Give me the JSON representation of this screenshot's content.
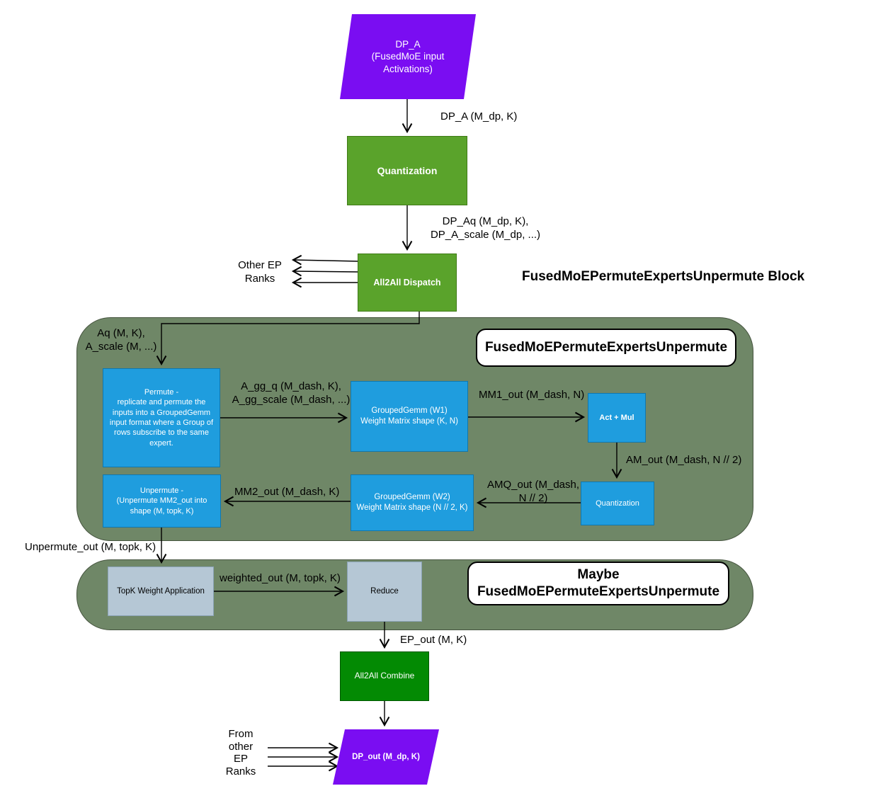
{
  "diagram": {
    "block_title": "FusedMoEPermuteExpertsUnpermute Block",
    "colors": {
      "purple": "#7a0df2",
      "green": "#5aa32b",
      "dark_green": "#038a03",
      "blue": "#1f9dde",
      "olive": "#6f8767",
      "steel": "#b5c7d5"
    },
    "nodes": {
      "dp_a": "DP_A\n(FusedMoE input\nActivations)",
      "quantization_top": "Quantization",
      "all2all_dispatch": "All2All Dispatch",
      "permute": "Permute -\nreplicate and permute the\ninputs into a GroupedGemm\ninput format where a Group of\nrows subscribe to the same\nexpert.",
      "grouped_gemm_w1": "GroupedGemm (W1)\nWeight Matrix shape (K, N)",
      "act_mul": "Act + Mul",
      "quantization_inner": "Quantization",
      "grouped_gemm_w2": "GroupedGemm (W2)\nWeight Matrix shape (N // 2, K)",
      "unpermute": "Unpermute -\n(Unpermute MM2_out  into\nshape (M, topk, K)",
      "topk_weight": "TopK Weight Application",
      "reduce": "Reduce",
      "all2all_combine": "All2All Combine",
      "dp_out": "DP_out (M_dp, K)"
    },
    "group_labels": {
      "inner_block": "FusedMoEPermuteExpertsUnpermute",
      "maybe_block": "Maybe\nFusedMoEPermuteExpertsUnpermute"
    },
    "edge_labels": {
      "dp_a_out": "DP_A (M_dp, K)",
      "dp_aq": "DP_Aq (M_dp, K),\nDP_A_scale (M_dp, ...)",
      "other_ep_ranks": "Other EP\nRanks",
      "aq": "Aq (M, K),\nA_scale (M, ...)",
      "a_gg": "A_gg_q (M_dash, K),\nA_gg_scale (M_dash, ...)",
      "mm1_out": "MM1_out (M_dash, N)",
      "am_out": "AM_out (M_dash, N // 2)",
      "amq_out": "AMQ_out (M_dash,\nN // 2)",
      "mm2_out": "MM2_out (M_dash, K)",
      "unpermute_out": "Unpermute_out (M, topk, K)",
      "weighted_out": "weighted_out (M, topk, K)",
      "ep_out": "EP_out (M, K)",
      "from_other_ep": "From\nother\nEP\nRanks"
    }
  }
}
